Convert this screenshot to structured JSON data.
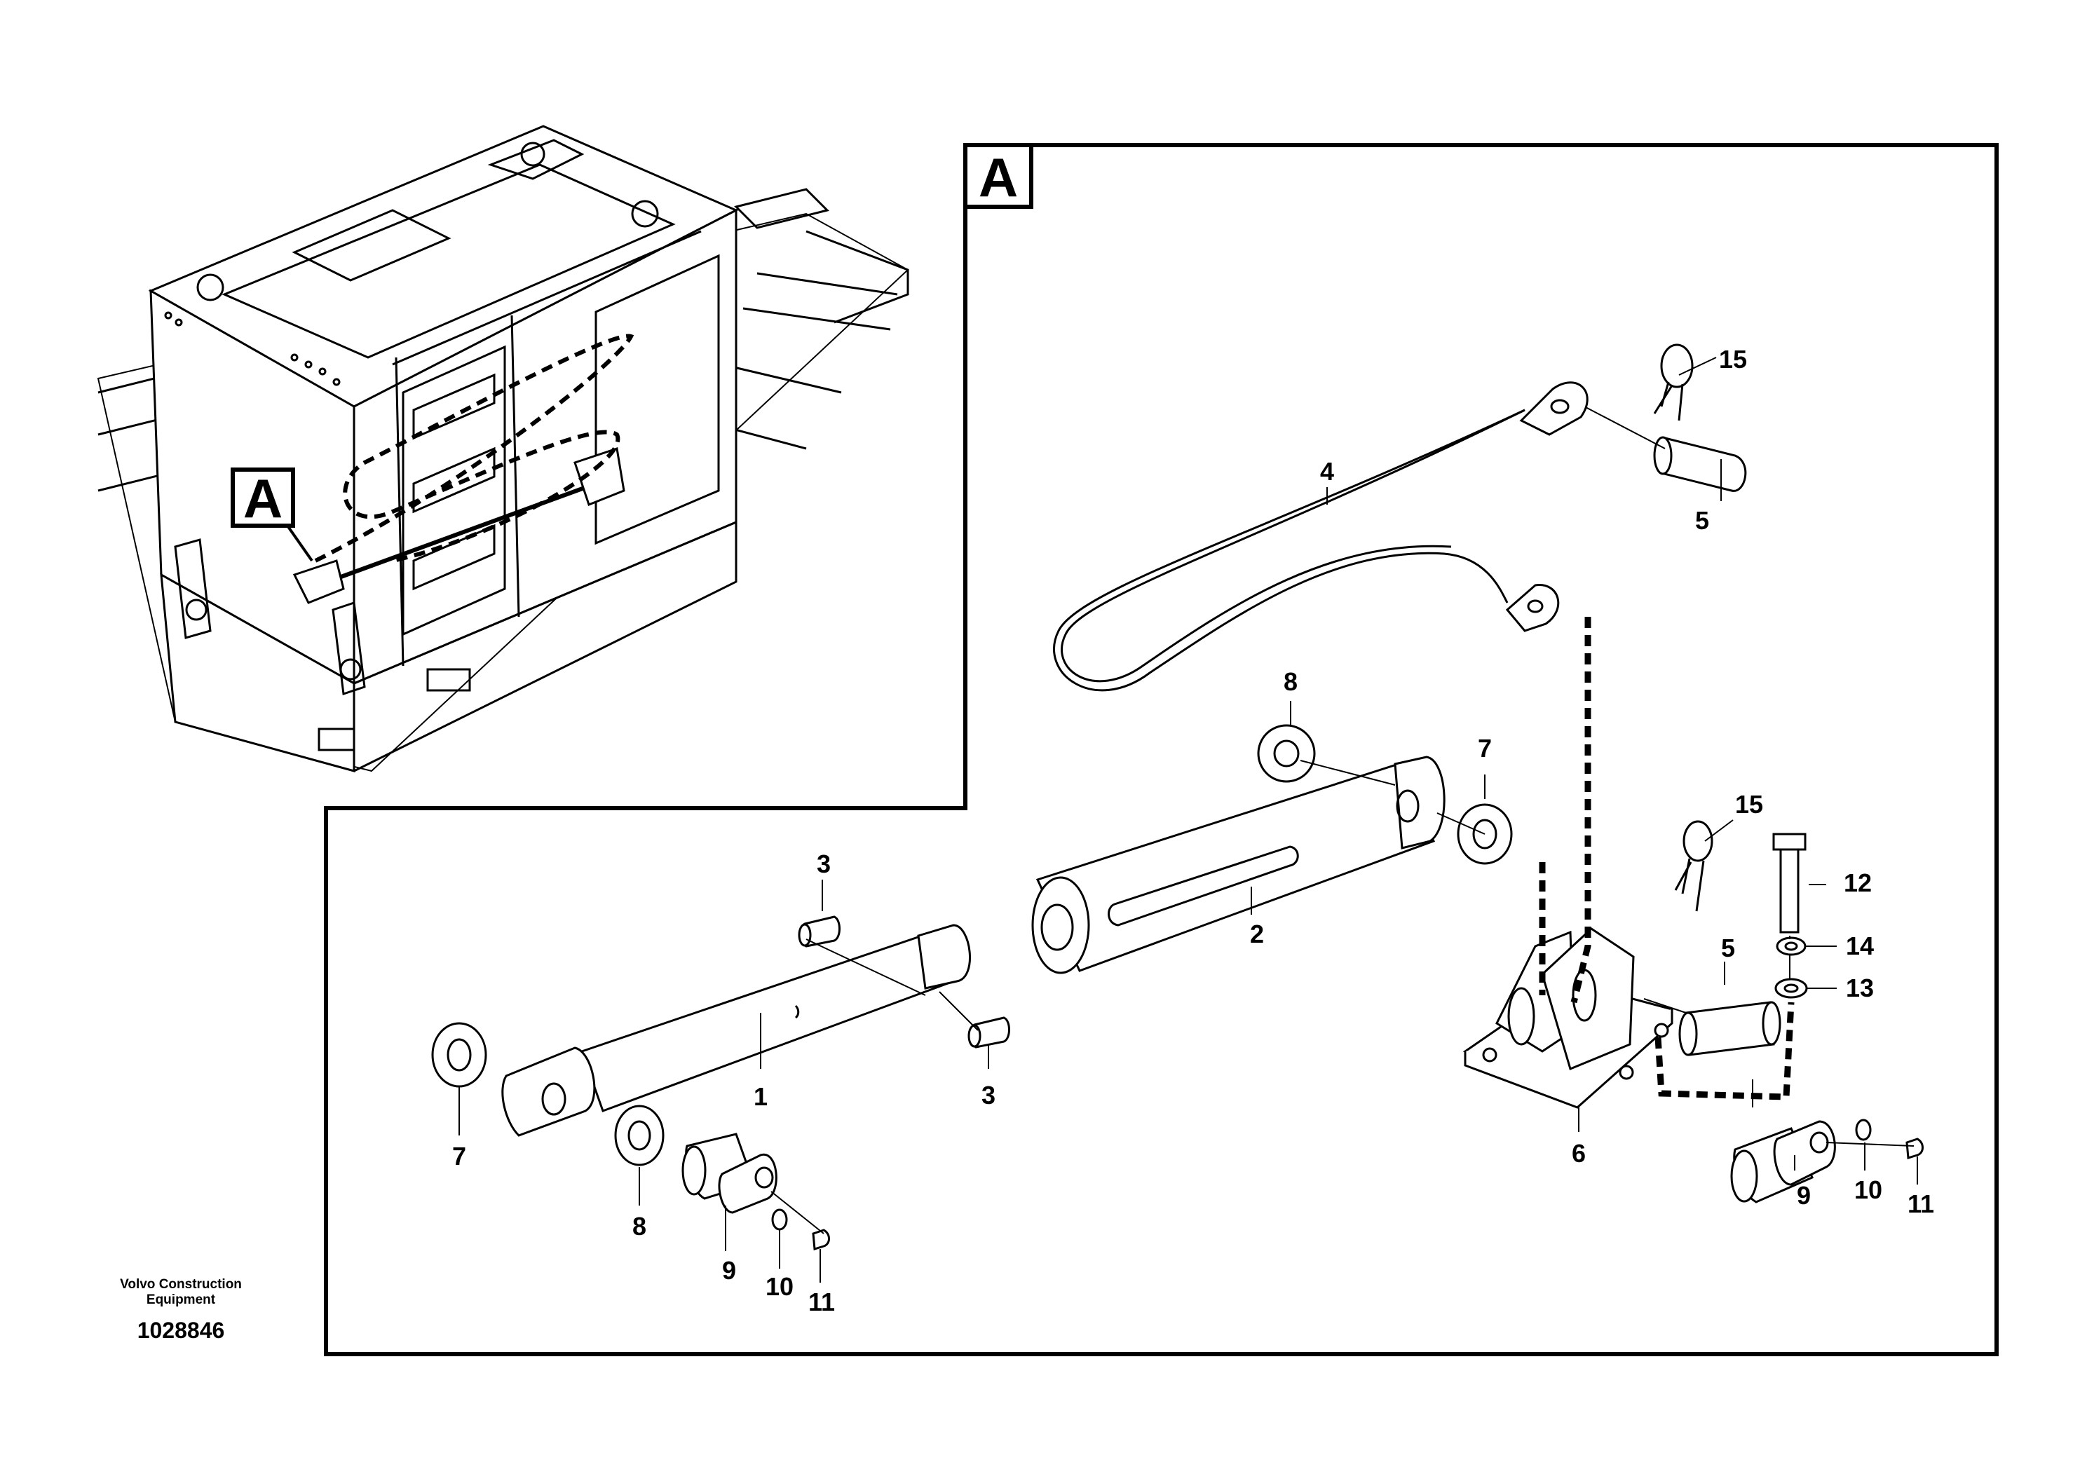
{
  "figure": {
    "detail_label": "A",
    "callout_label": "A",
    "credit_line1": "Volvo Construction",
    "credit_line2": "Equipment",
    "drawing_number": "1028846"
  },
  "part_numbers": {
    "p1": "1",
    "p2": "2",
    "p3a": "3",
    "p3b": "3",
    "p4": "4",
    "p5a": "5",
    "p5b": "5",
    "p6": "6",
    "p7a": "7",
    "p7b": "7",
    "p8a": "8",
    "p8b": "8",
    "p9a": "9",
    "p9b": "9",
    "p10a": "10",
    "p10b": "10",
    "p11a": "11",
    "p11b": "11",
    "p12": "12",
    "p13": "13",
    "p14": "14",
    "p15a": "15",
    "p15b": "15"
  }
}
